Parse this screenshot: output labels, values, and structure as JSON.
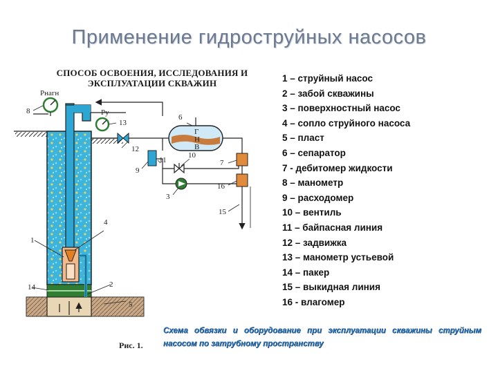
{
  "slide": {
    "title": "Применение гидроструйных насосов",
    "method_title": "СПОСОБ ОСВОЕНИЯ, ИССЛЕДОВАНИЯ И ЭКСПЛУАТАЦИИ СКВАЖИН",
    "caption": "Схема обвязки и оборудование при эксплуатации скважины струйным насосом по затрубному пространству",
    "figure_label": "Рис. 1."
  },
  "legend": [
    "1 – струйный насос",
    "2 – забой скважины",
    "3 – поверхностный насос",
    "4 – сопло струйного насоса",
    "5 – пласт",
    "6 – сепаратор",
    "7 - дебитомер жидкости",
    "8 – манометр",
    "9 – расходомер",
    "10 – вентиль",
    "11 – байпасная линия",
    "12 – задвижка",
    "13 – манометр устьевой",
    "14 – пакер",
    "15 – выкидная линия",
    "16 - влагомер"
  ],
  "diagram": {
    "gauge_labels": {
      "p_inj": "Рнагн",
      "p_wellhead": "Ру"
    },
    "separator_phases": [
      "Г",
      "Н",
      "В"
    ],
    "callouts": [
      "1",
      "2",
      "3",
      "4",
      "5",
      "6",
      "7",
      "8",
      "9",
      "10",
      "11",
      "12",
      "13",
      "14",
      "15",
      "16"
    ],
    "colors": {
      "annulus": "#3cb4dc",
      "tubing": "#2da6d4",
      "packer": "#2e7d32",
      "formation": "#c8a98a",
      "separator_oil": "#c77c3e",
      "device": "#e08a3c"
    }
  }
}
